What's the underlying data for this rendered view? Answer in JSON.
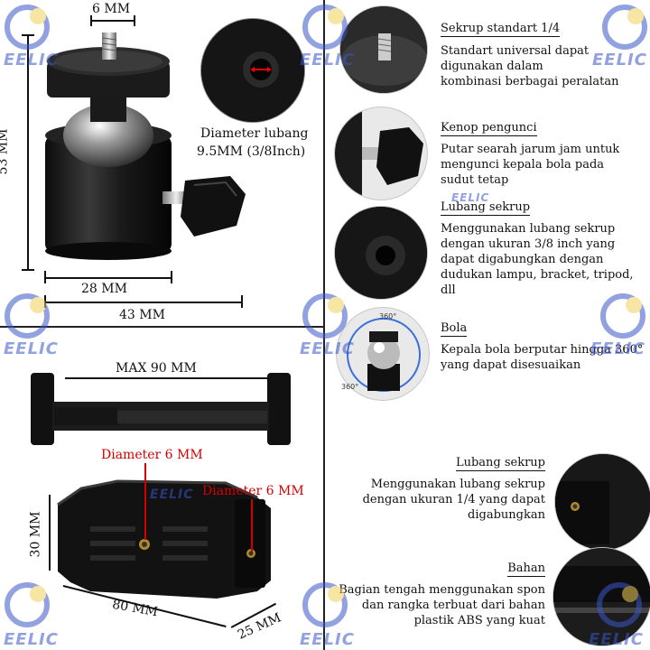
{
  "brand": {
    "watermark": "EELIC",
    "logo_colors": [
      "#3a55c8",
      "#f2d15a"
    ]
  },
  "ballhead": {
    "dim_top": "6 MM",
    "dim_height": "53 MM",
    "dim_base": "28 MM",
    "dim_width": "43 MM",
    "hole_label_1": "Diameter lubang",
    "hole_label_2": "9.5MM (3/8Inch)"
  },
  "clamp": {
    "dim_max": "MAX 90 MM",
    "hole_label_1": "Diameter 6 MM",
    "hole_label_2": "Diameter 6 MM",
    "dim_height": "30 MM",
    "dim_length": "80 MM",
    "dim_depth": "25 MM"
  },
  "features": [
    {
      "title": "Sekrup standart 1/4",
      "lines": [
        "Standart universal dapat",
        "digunakan dalam",
        "kombinasi berbagai peralatan"
      ]
    },
    {
      "title": "Kenop pengunci",
      "lines": [
        "Putar searah jarum jam untuk",
        "mengunci kepala bola pada",
        "sudut tetap"
      ]
    },
    {
      "title": "Lubang sekrup",
      "lines": [
        "Menggunakan lubang sekrup",
        "dengan ukuran 3/8 inch yang",
        "dapat digabungkan dengan",
        "dudukan lampu, bracket, tripod,",
        "dll"
      ]
    },
    {
      "title": "Bola",
      "lines": [
        "Kepala bola berputar hingga 360°",
        "yang dapat disesuaikan"
      ]
    },
    {
      "title": "Lubang sekrup",
      "lines": [
        "Menggunakan lubang sekrup",
        "dengan ukuran 1/4 yang dapat",
        "digabungkan"
      ]
    },
    {
      "title": "Bahan",
      "lines": [
        "Bagian tengah menggunakan spon",
        "dan rangka terbuat dari bahan",
        "plastik ABS yang kuat"
      ]
    }
  ],
  "ball_badge_top": "360°",
  "ball_badge_left": "360°"
}
